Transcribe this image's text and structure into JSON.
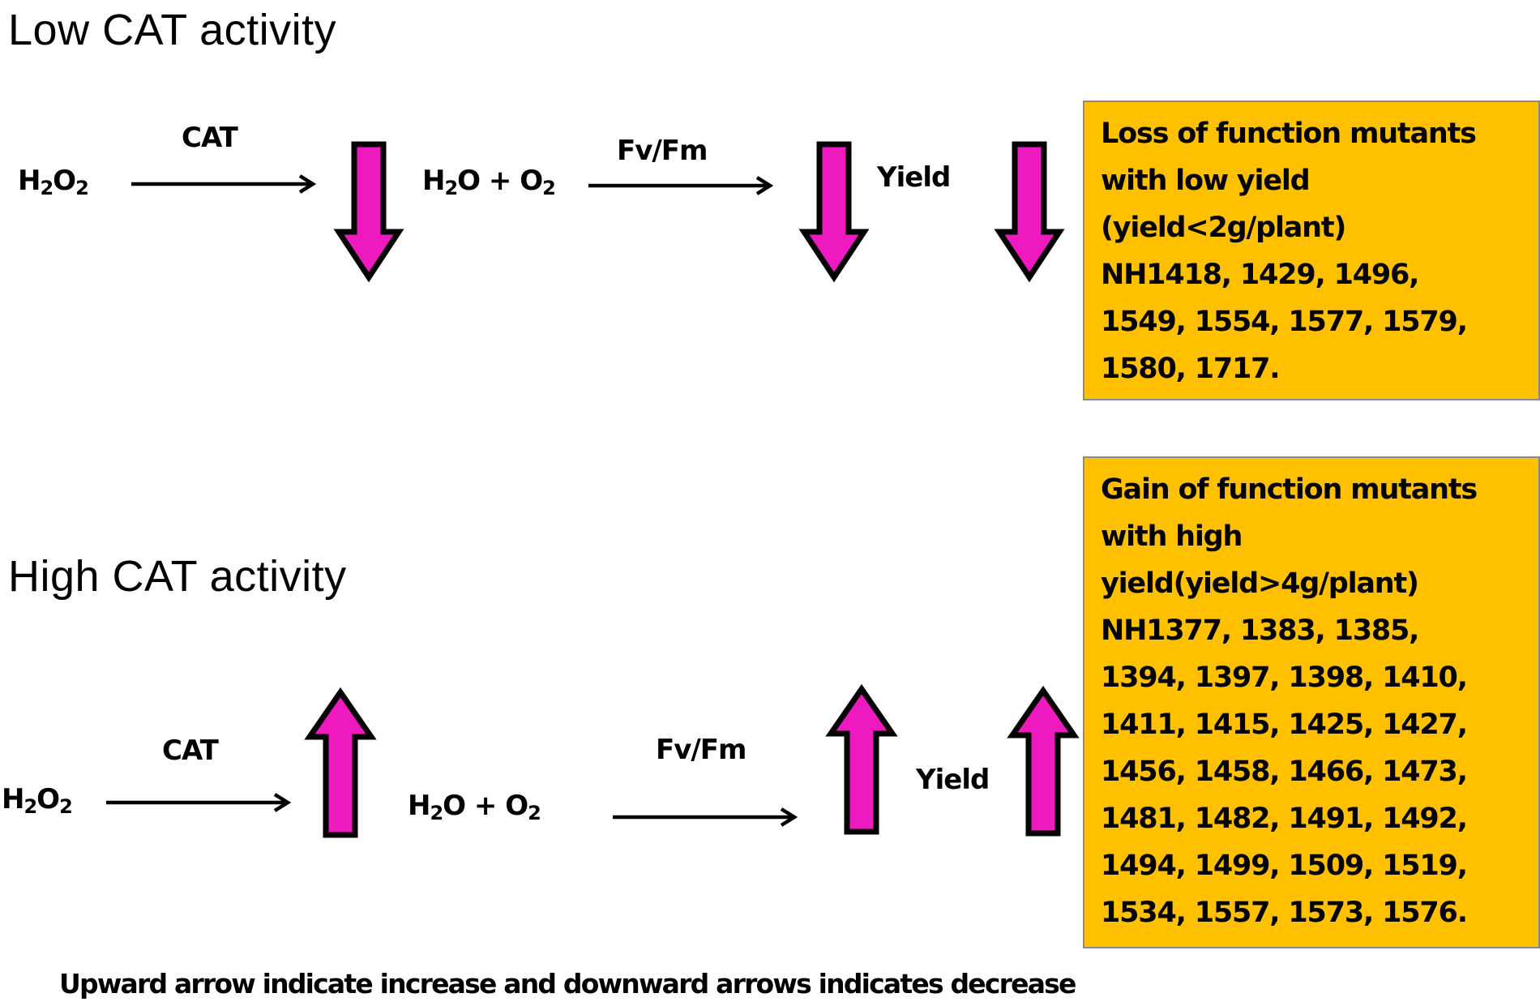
{
  "colors": {
    "arrow_fill": "#EE1ABF",
    "arrow_outline": "#000000",
    "box_fill": "#FFC000",
    "box_border": "#8a8a8a",
    "background": "#ffffff"
  },
  "low": {
    "title": "Low CAT activity",
    "substrate": {
      "main": "H",
      "sub1": "2",
      "mid": "O",
      "sub2": "2"
    },
    "enzyme_label": "CAT",
    "product": {
      "a": "H",
      "a_sub": "2",
      "b": "O + O",
      "b_sub": "2"
    },
    "step2_label": "Fv/Fm",
    "outcome_label": "Yield",
    "arrow_direction": "down",
    "box": {
      "lines": [
        "Loss of function mutants",
        "with low yield",
        "(yield<2g/plant)",
        "NH1418, 1429, 1496,",
        "1549, 1554, 1577, 1579,",
        "1580, 1717."
      ]
    }
  },
  "high": {
    "title": "High CAT activity",
    "substrate": {
      "main": "H",
      "sub1": "2",
      "mid": "O",
      "sub2": "2"
    },
    "enzyme_label": "CAT",
    "product": {
      "a": "H",
      "a_sub": "2",
      "b": "O + O",
      "b_sub": "2"
    },
    "step2_label": "Fv/Fm",
    "outcome_label": "Yield",
    "arrow_direction": "up",
    "box": {
      "lines": [
        "Gain of function mutants",
        "with high",
        "yield(yield>4g/plant)",
        "NH1377, 1383, 1385,",
        "1394, 1397, 1398, 1410,",
        "1411, 1415, 1425, 1427,",
        "1456, 1458, 1466, 1473,",
        "1481, 1482, 1491, 1492,",
        "1494, 1499, 1509, 1519,",
        "1534, 1557, 1573, 1576."
      ]
    }
  },
  "legend_caption": "Upward arrow indicate increase and downward arrows indicates decrease"
}
